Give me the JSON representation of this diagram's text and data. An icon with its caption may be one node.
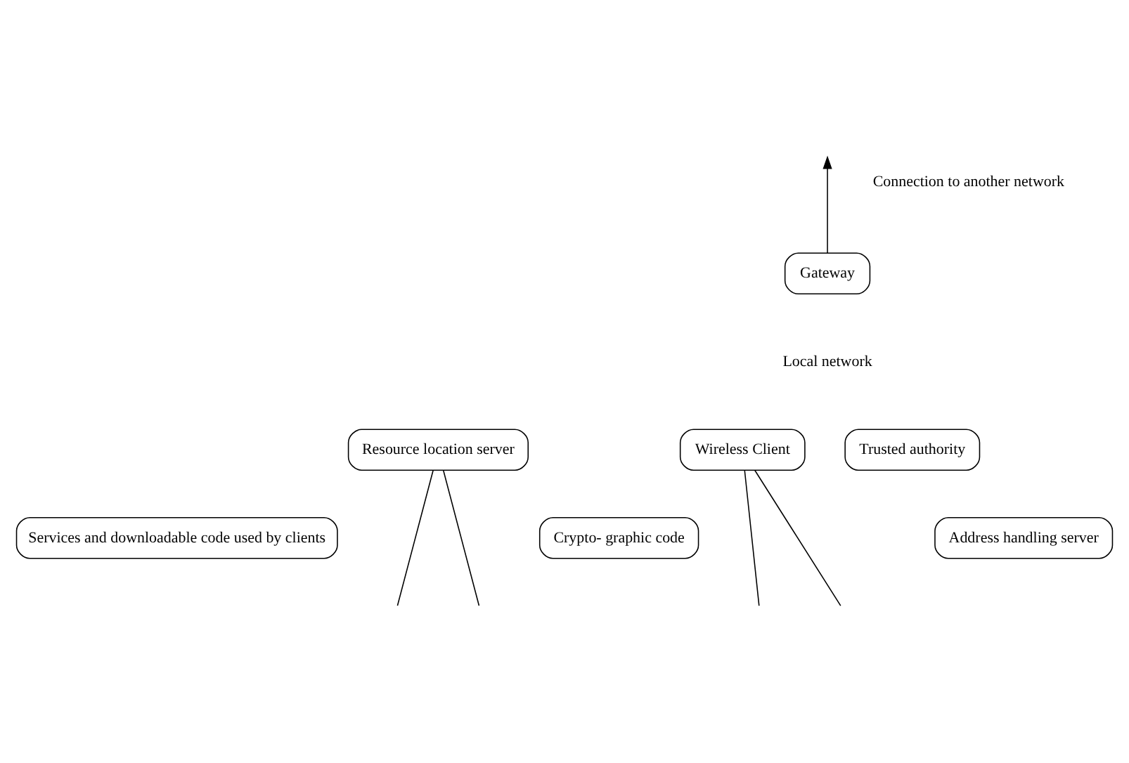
{
  "diagram": {
    "nodes": [
      {
        "text": [
          "Gateway"
        ]
      },
      {
        "text": [
          "Resource location server"
        ]
      },
      {
        "text": [
          "Wireless Client"
        ]
      },
      {
        "text": [
          "Trusted authority"
        ]
      },
      {
        "text": [
          "Address handling server"
        ]
      },
      {
        "text": [
          "Services and downloadable code used by clients"
        ]
      },
      {
        "text": [
          "Crypto- graphic code"
        ]
      }
    ],
    "edges": [
      {
        "from": 0,
        "to": null,
        "arrow": "to",
        "label": "Connection to another network"
      },
      {
        "from": 1,
        "to": null,
        "arrow": "none"
      },
      {
        "from": 1,
        "to": null,
        "arrow": "none"
      },
      {
        "from": 2,
        "to": null,
        "arrow": "none"
      },
      {
        "from": 2,
        "to": null,
        "arrow": "none"
      }
    ],
    "labels": [
      "Local network"
    ]
  }
}
